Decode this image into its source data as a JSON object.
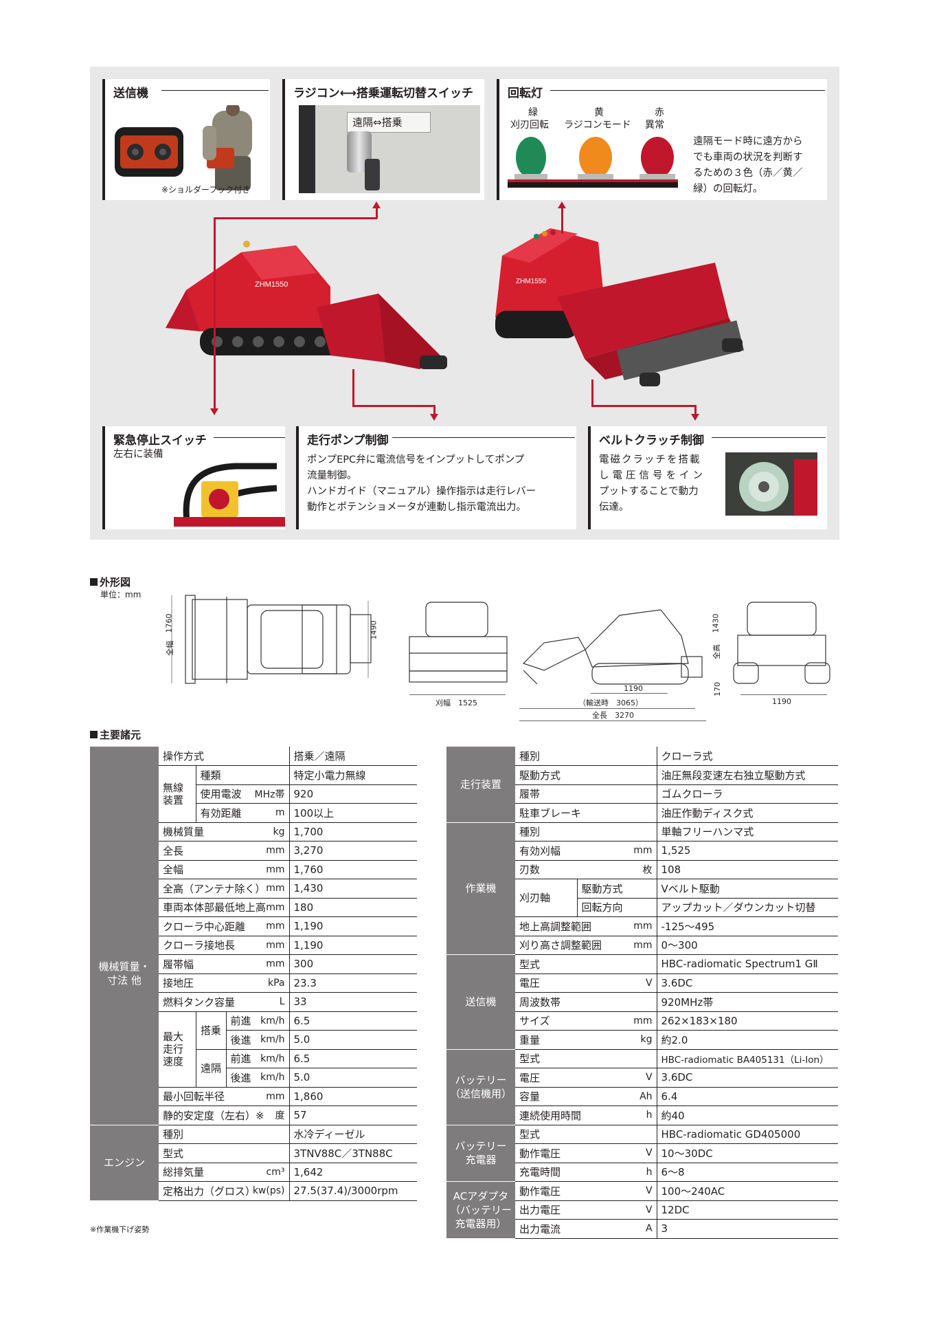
{
  "features": {
    "transmitter": {
      "title": "送信機",
      "note": "※ショルダーフック付き"
    },
    "switch": {
      "title": "ラジコン⟷搭乗運転切替スイッチ",
      "sign": "遠隔⇔搭乗"
    },
    "beacon": {
      "title": "回転灯",
      "lights": [
        {
          "color_name": "緑",
          "label": "刈刃回転",
          "hex": "#1f8a55"
        },
        {
          "color_name": "黄",
          "label": "ラジコンモード",
          "hex": "#f08a1c"
        },
        {
          "color_name": "赤",
          "label": "異常",
          "hex": "#c0172c"
        }
      ],
      "desc": [
        "遠隔モード時に遠方から",
        "でも車両の状況を判断す",
        "るための３色（赤／黄／",
        "緑）の回転灯。"
      ]
    },
    "estop": {
      "title": "緊急停止スイッチ",
      "text": "左右に装備"
    },
    "pump": {
      "title": "走行ポンプ制御",
      "lines": [
        "ポンプEPC弁に電流信号をインプットしてポンプ",
        "流量制御。",
        "ハンドガイド（マニュアル）操作指示は走行レバー",
        "動作とポテンショメータが連動し指示電流出力。"
      ]
    },
    "clutch": {
      "title": "ベルトクラッチ制御",
      "lines": [
        "電磁クラッチを搭載",
        "し電圧信号をイン",
        "プットすることで動力",
        "伝達。"
      ]
    },
    "model_label": "ZHM1550"
  },
  "outline": {
    "heading": "外形図",
    "unit_label": "単位：mm",
    "dims": {
      "top_overall_width_label": "全幅",
      "top_overall_width": "1760",
      "top_width": "1490",
      "front_cut_width": "刈幅　1525",
      "side_track_center": "1190",
      "side_transport": "（輸送時　3065）",
      "side_length": "全長　3270",
      "side_height_label": "全高",
      "side_height": "1430",
      "side_ground": "170",
      "rear_width": "1190"
    }
  },
  "specs": {
    "heading": "主要諸元",
    "footnote": "※作業機下げ姿勢",
    "left": {
      "op": {
        "item": "操作方式",
        "value": "搭乗／遠隔"
      },
      "radio": {
        "group": "無線\n装置",
        "rows": [
          {
            "item": "種類",
            "unit": "",
            "value": "特定小電力無線"
          },
          {
            "item": "使用電波",
            "unit": "MHz帯",
            "value": "920"
          },
          {
            "item": "有効距離",
            "unit": "m",
            "value": "100以上"
          }
        ]
      },
      "mass_group": "機械質量・\n寸法 他",
      "mass_rows": [
        {
          "item": "機械質量",
          "unit": "kg",
          "value": "1,700"
        },
        {
          "item": "全長",
          "unit": "mm",
          "value": "3,270"
        },
        {
          "item": "全幅",
          "unit": "mm",
          "value": "1,760"
        },
        {
          "item": "全高（アンテナ除く）",
          "unit": "mm",
          "value": "1,430"
        },
        {
          "item": "車両本体部最低地上高",
          "unit": "mm",
          "value": "180"
        },
        {
          "item": "クローラ中心距離",
          "unit": "mm",
          "value": "1,190"
        },
        {
          "item": "クローラ接地長",
          "unit": "mm",
          "value": "1,190"
        },
        {
          "item": "履帯幅",
          "unit": "mm",
          "value": "300"
        },
        {
          "item": "接地圧",
          "unit": "kPa",
          "value": "23.3"
        },
        {
          "item": "燃料タンク容量",
          "unit": "L",
          "value": "33"
        }
      ],
      "speed": {
        "group": "最大\n走行\n速度",
        "modes": [
          {
            "mode": "搭乗",
            "rows": [
              {
                "dir": "前進",
                "unit": "km/h",
                "value": "6.5"
              },
              {
                "dir": "後進",
                "unit": "km/h",
                "value": "5.0"
              }
            ]
          },
          {
            "mode": "遠隔",
            "rows": [
              {
                "dir": "前進",
                "unit": "km/h",
                "value": "6.5"
              },
              {
                "dir": "後進",
                "unit": "km/h",
                "value": "5.0"
              }
            ]
          }
        ]
      },
      "mass_tail": [
        {
          "item": "最小回転半径",
          "unit": "mm",
          "value": "1,860"
        },
        {
          "item": "静的安定度（左右）※",
          "unit": "度",
          "value": "57"
        }
      ],
      "engine": {
        "group": "エンジン",
        "rows": [
          {
            "item": "種別",
            "unit": "",
            "value": "水冷ディーゼル"
          },
          {
            "item": "型式",
            "unit": "",
            "value": "3TNV88C／3TN88C"
          },
          {
            "item": "総排気量",
            "unit": "cm³",
            "value": "1,642"
          },
          {
            "item": "定格出力（グロス）",
            "unit": "kw(ps)",
            "value": "27.5(37.4)/3000rpm"
          }
        ]
      }
    },
    "right": {
      "travel": {
        "group": "走行装置",
        "rows": [
          {
            "item": "種別",
            "unit": "",
            "value": "クローラ式"
          },
          {
            "item": "駆動方式",
            "unit": "",
            "value": "油圧無段変速左右独立駆動方式"
          },
          {
            "item": "履帯",
            "unit": "",
            "value": "ゴムクローラ"
          },
          {
            "item": "駐車ブレーキ",
            "unit": "",
            "value": "油圧作動ディスク式"
          }
        ]
      },
      "work": {
        "group": "作業機",
        "rows_a": [
          {
            "item": "種別",
            "unit": "",
            "value": "単軸フリーハンマ式"
          },
          {
            "item": "有効刈幅",
            "unit": "mm",
            "value": "1,525"
          },
          {
            "item": "刃数",
            "unit": "枚",
            "value": "108"
          }
        ],
        "shaft": {
          "label": "刈刃軸",
          "rows": [
            {
              "item": "駆動方式",
              "value": "Vベルト駆動"
            },
            {
              "item": "回転方向",
              "value": "アップカット／ダウンカット切替"
            }
          ]
        },
        "rows_b": [
          {
            "item": "地上高調整範囲",
            "unit": "mm",
            "value": "-125～495"
          },
          {
            "item": "刈り高さ調整範囲",
            "unit": "mm",
            "value": "0～300"
          }
        ]
      },
      "tx": {
        "group": "送信機",
        "rows": [
          {
            "item": "型式",
            "unit": "",
            "value": "HBC-radiomatic Spectrum1 GⅡ"
          },
          {
            "item": "電圧",
            "unit": "V",
            "value": "3.6DC"
          },
          {
            "item": "周波数帯",
            "unit": "",
            "value": "920MHz帯"
          },
          {
            "item": "サイズ",
            "unit": "mm",
            "value": "262×183×180"
          },
          {
            "item": "重量",
            "unit": "kg",
            "value": "約2.0"
          }
        ]
      },
      "battery": {
        "group": "バッテリー\n（送信機用）",
        "rows": [
          {
            "item": "型式",
            "unit": "",
            "value": "HBC-radiomatic BA405131（Li-Ion）"
          },
          {
            "item": "電圧",
            "unit": "V",
            "value": "3.6DC"
          },
          {
            "item": "容量",
            "unit": "Ah",
            "value": "6.4"
          },
          {
            "item": "連続使用時間",
            "unit": "h",
            "value": "約40"
          }
        ]
      },
      "charger": {
        "group": "バッテリー\n充電器",
        "rows": [
          {
            "item": "型式",
            "unit": "",
            "value": "HBC-radiomatic GD405000"
          },
          {
            "item": "動作電圧",
            "unit": "V",
            "value": "10～30DC"
          },
          {
            "item": "充電時間",
            "unit": "h",
            "value": "6～8"
          }
        ]
      },
      "adapter": {
        "group": "ACアダプタ\n（バッテリー\n充電器用）",
        "rows": [
          {
            "item": "動作電圧",
            "unit": "V",
            "value": "100～240AC"
          },
          {
            "item": "出力電圧",
            "unit": "V",
            "value": "12DC"
          },
          {
            "item": "出力電流",
            "unit": "A",
            "value": "3"
          }
        ]
      }
    }
  },
  "colors": {
    "brand_red": "#c0172c",
    "group_gray": "#7e7c7c",
    "panel_gray": "#e8e8e8"
  }
}
